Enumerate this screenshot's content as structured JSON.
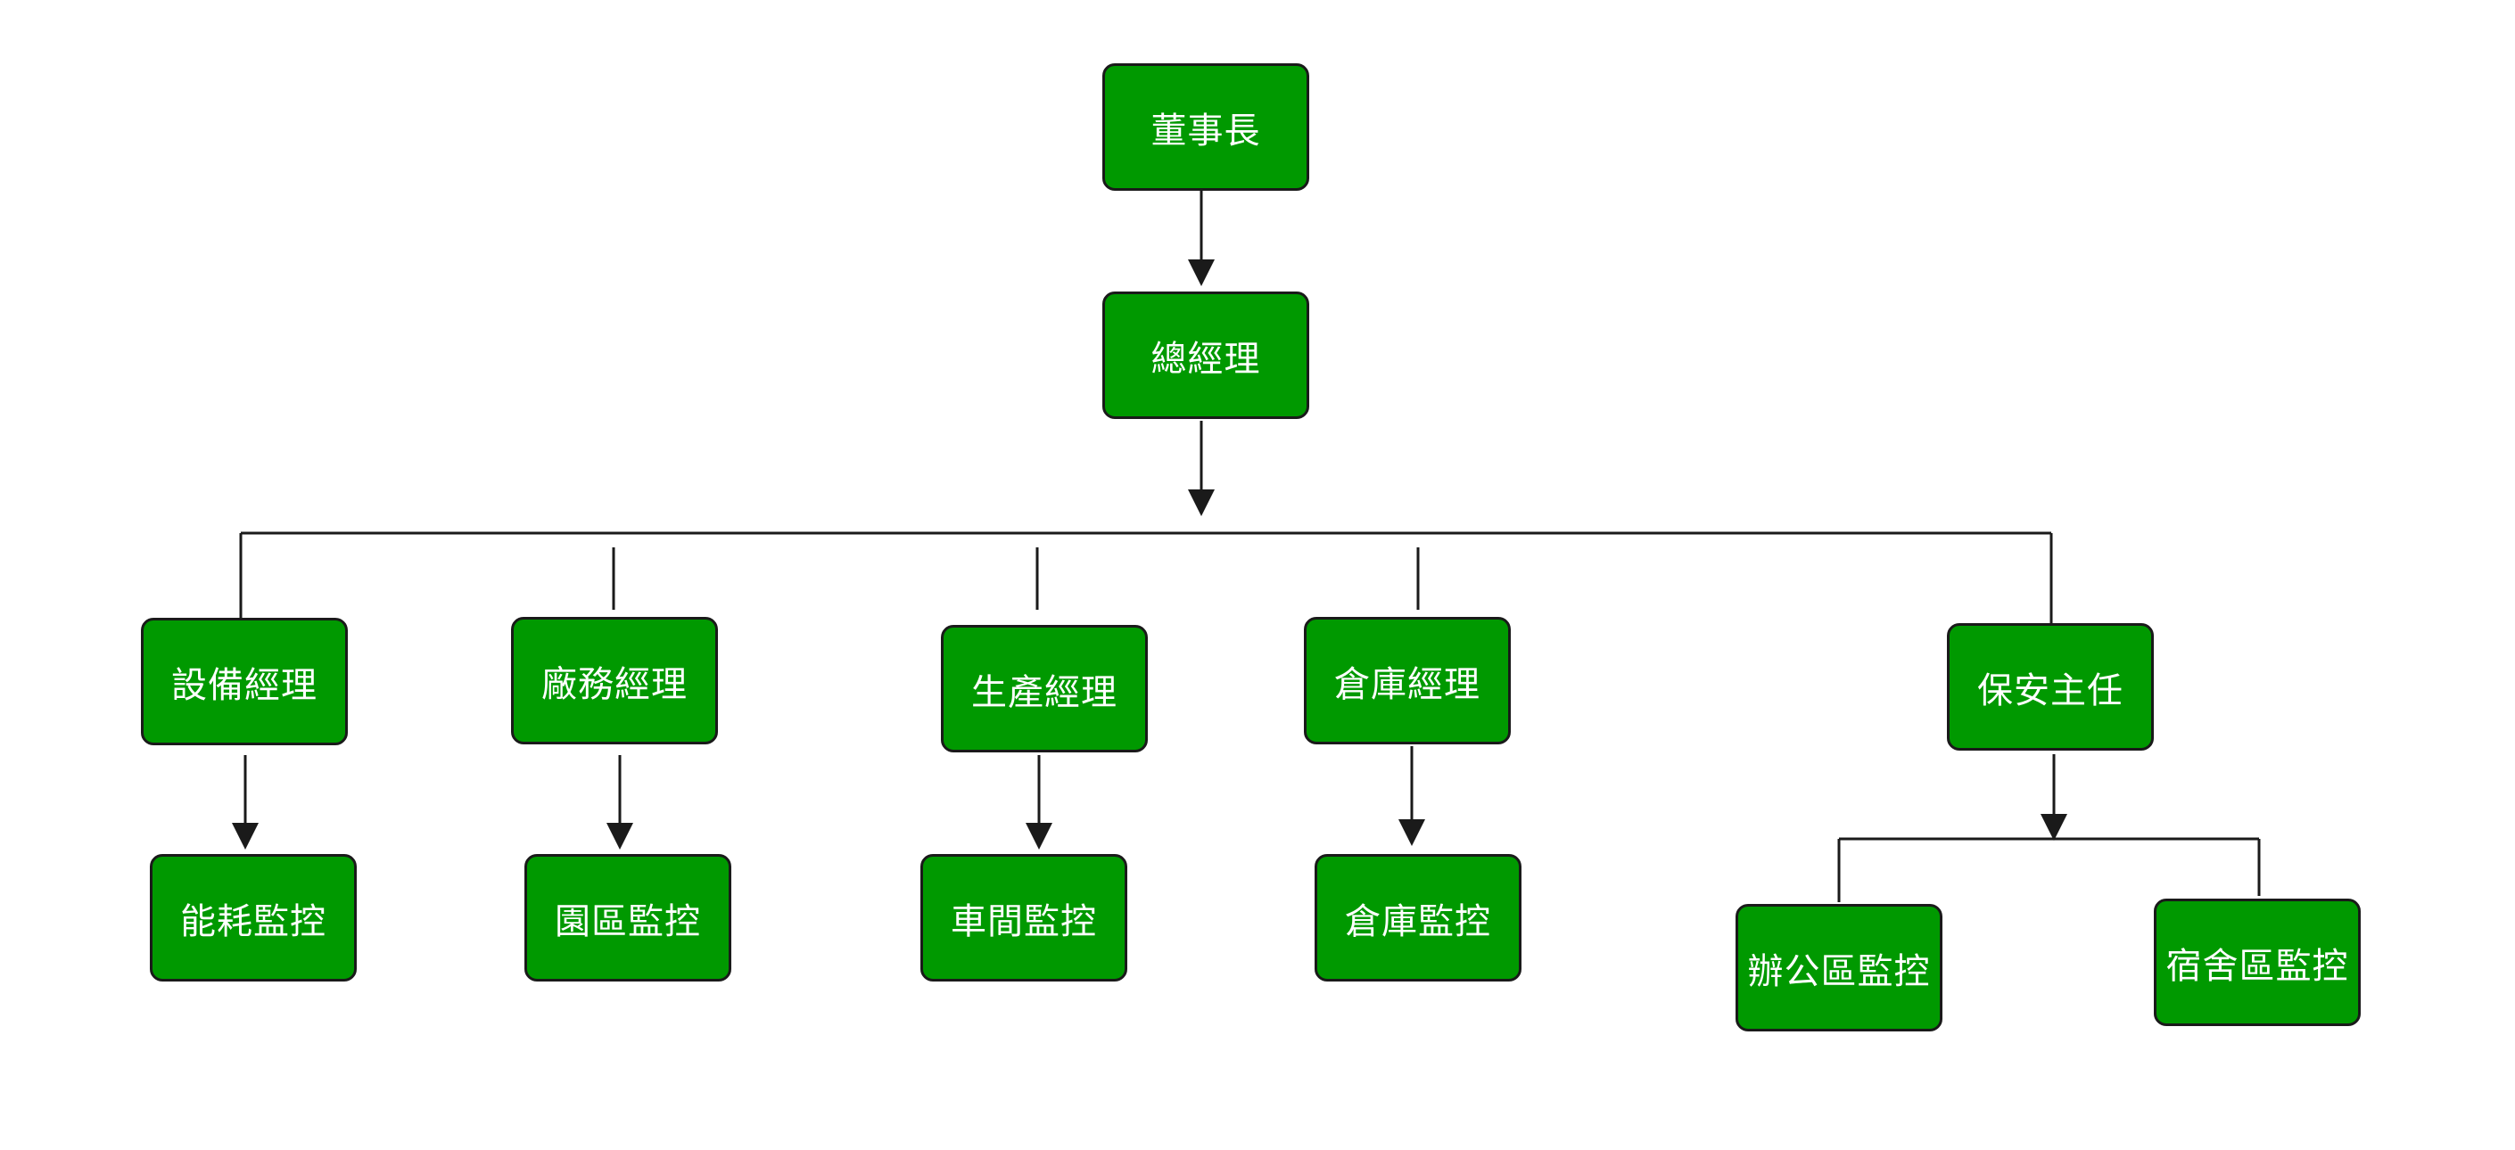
{
  "colors": {
    "node_fill": "#009900",
    "node_border": "#1a1a1a",
    "connector": "#1a1a1a",
    "background": "#ffffff"
  },
  "nodes": {
    "chairman": "董事長",
    "general_manager": "總經理",
    "equipment_manager": "設備經理",
    "factory_manager": "廠務經理",
    "production_manager": "生產經理",
    "warehouse_manager": "倉庫經理",
    "security_chief": "保安主任",
    "energy_monitoring": "能耗監控",
    "park_monitoring": "園區監控",
    "workshop_monitoring": "車間監控",
    "warehouse_monitoring": "倉庫監控",
    "office_monitoring": "辦公區監控",
    "dormitory_monitoring": "宿舍區監控"
  }
}
